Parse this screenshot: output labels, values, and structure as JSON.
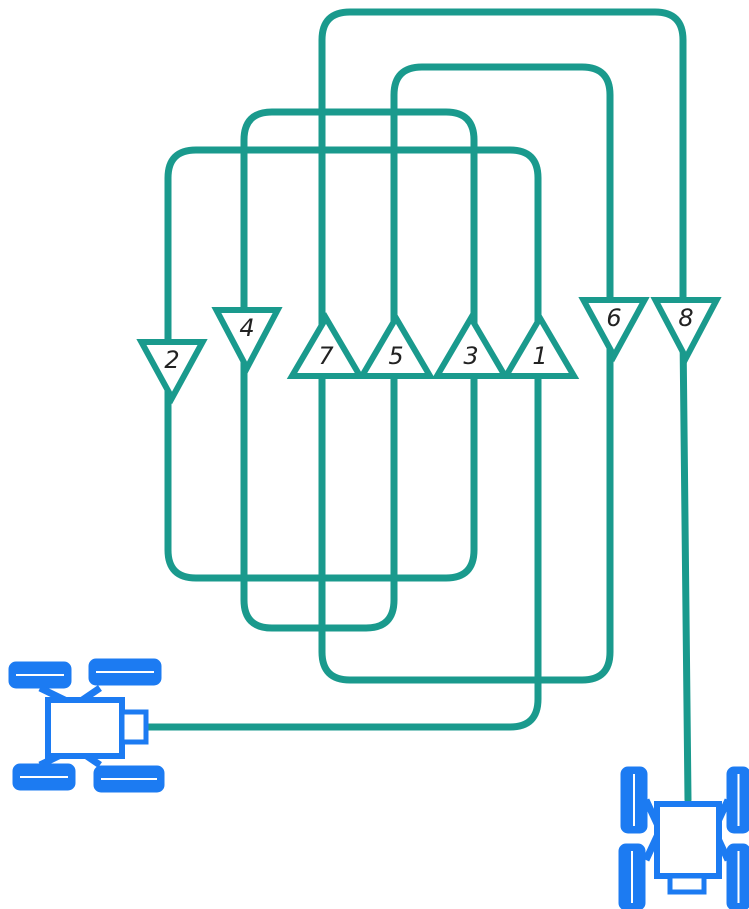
{
  "colors": {
    "track": "#1a9a8d",
    "robot": "#1c7bf2",
    "label": "#222222"
  },
  "markers": [
    {
      "label": "1",
      "direction": "up"
    },
    {
      "label": "2",
      "direction": "down"
    },
    {
      "label": "3",
      "direction": "up"
    },
    {
      "label": "4",
      "direction": "down"
    },
    {
      "label": "5",
      "direction": "up"
    },
    {
      "label": "6",
      "direction": "down"
    },
    {
      "label": "7",
      "direction": "up"
    },
    {
      "label": "8",
      "direction": "down"
    }
  ],
  "robots": [
    {
      "name": "start-robot",
      "orientation": "facing-right"
    },
    {
      "name": "finish-robot",
      "orientation": "facing-down"
    }
  ]
}
